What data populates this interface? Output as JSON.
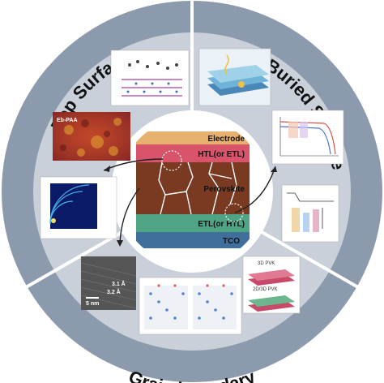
{
  "ring_labels": {
    "top_surface": "Top Surface",
    "buried_surface": "Buried Surface",
    "grain_boundary": "Grain boundary"
  },
  "layers": {
    "electrode": "Electrode",
    "htl": "HTL(or ETL)",
    "perovskite": "Perovskite",
    "etl": "ETL(or HTL)",
    "tco": "TCO"
  },
  "panel_text": {
    "afm_label": "Eb-PAA",
    "tem_scale": "5 nm",
    "tem_spacing_1": "3.1 Å",
    "tem_spacing_2": "3.2 Å",
    "pvk_3d": "3D PVK",
    "pvk_2d3d": "2D/3D PVK"
  },
  "colors": {
    "outer_ring": "#8c9aad",
    "inner_ring": "#c9d0d9",
    "center": "#ffffff",
    "electrode": "#e6b16f",
    "htl": "#d7546a",
    "perovskite": "#7a3a22",
    "etl": "#4fa484",
    "tco": "#3f6f9a"
  }
}
